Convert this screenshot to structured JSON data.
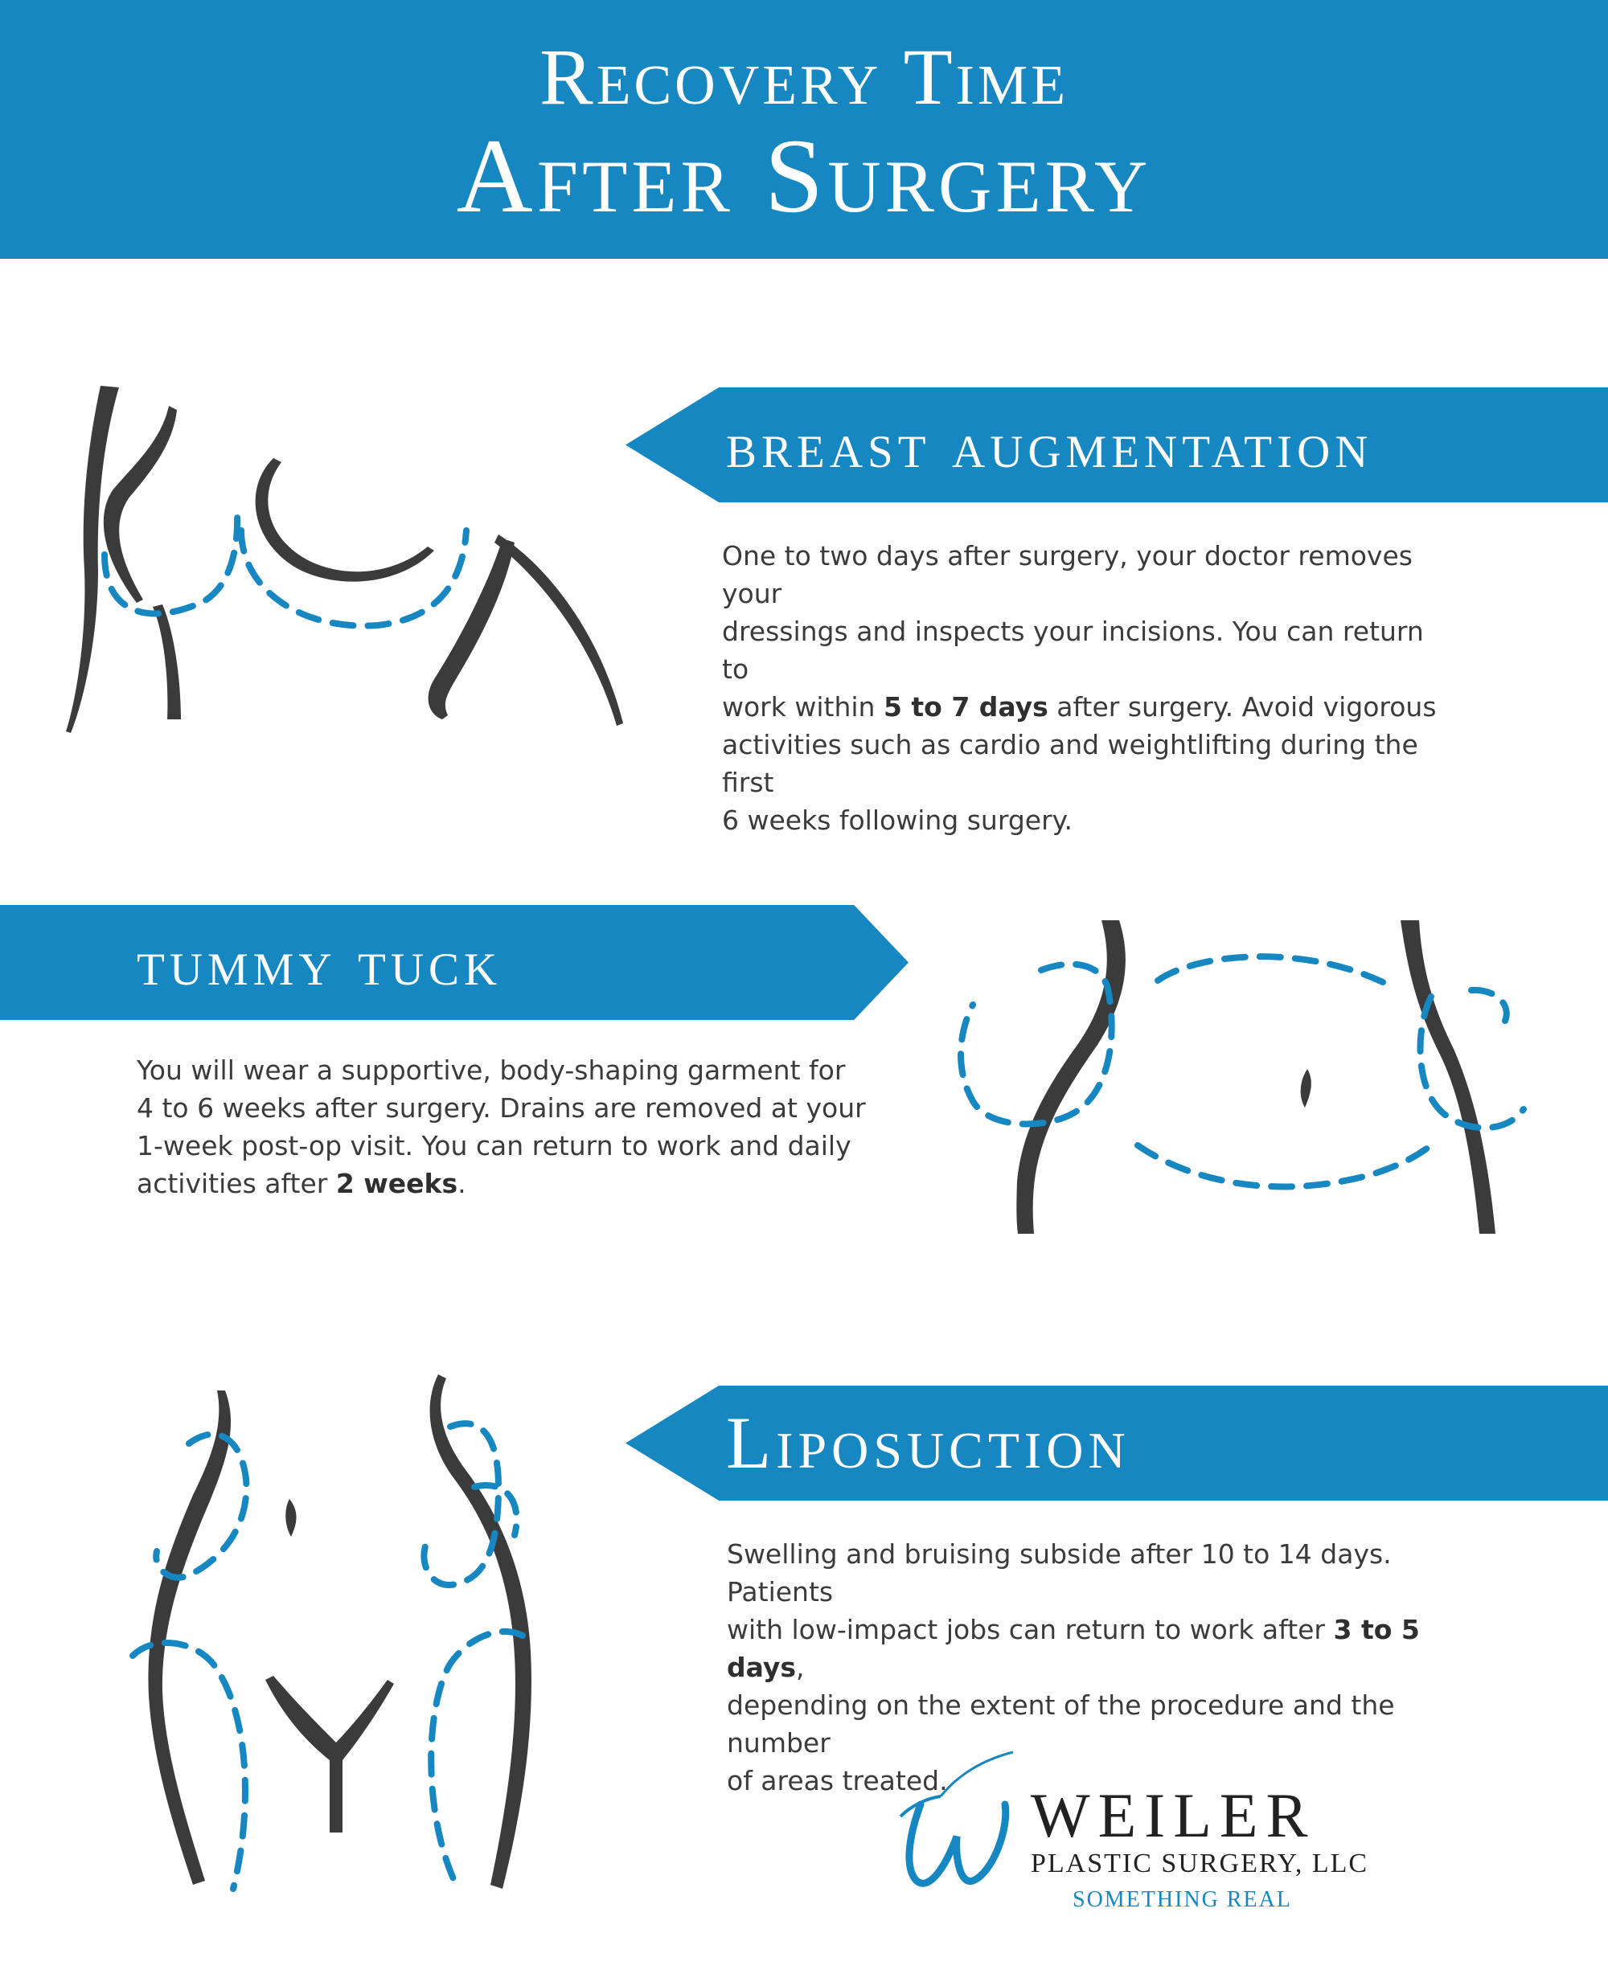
{
  "header": {
    "line1": "Recovery Time",
    "line2": "After Surgery"
  },
  "breast": {
    "title": "BREAST AUGMENTATION",
    "p1": "One to two days after surgery, your doctor removes your",
    "p2": "dressings and inspects your incisions. You can return to",
    "p3a": "work within ",
    "p3b": "5 to 7 days",
    "p3c": " after surgery. Avoid vigorous",
    "p4": "activities such as cardio and weightlifting during the first",
    "p5": "6 weeks following surgery."
  },
  "tummy": {
    "title": "TUMMY TUCK",
    "p1": "You will wear a supportive, body-shaping garment for",
    "p2": "4 to 6 weeks after surgery. Drains are removed at your",
    "p3": "1-week post-op visit. You can return to work and daily",
    "p4a": "activities after ",
    "p4b": "2 weeks",
    "p4c": "."
  },
  "lipo": {
    "title": "Liposuction",
    "p1": "Swelling and bruising subside after 10 to 14 days. Patients",
    "p2a": "with low-impact jobs can return to work after ",
    "p2b": "3 to 5 days",
    "p2c": ",",
    "p3": "depending on the extent of the procedure and the number",
    "p4": "of areas treated."
  },
  "logo": {
    "name": "WEILER",
    "subtitle": "PLASTIC SURGERY, LLC",
    "tagline": "SOMETHING REAL"
  },
  "colors": {
    "accent": "#1787c2",
    "outline": "#3b3b3b"
  }
}
